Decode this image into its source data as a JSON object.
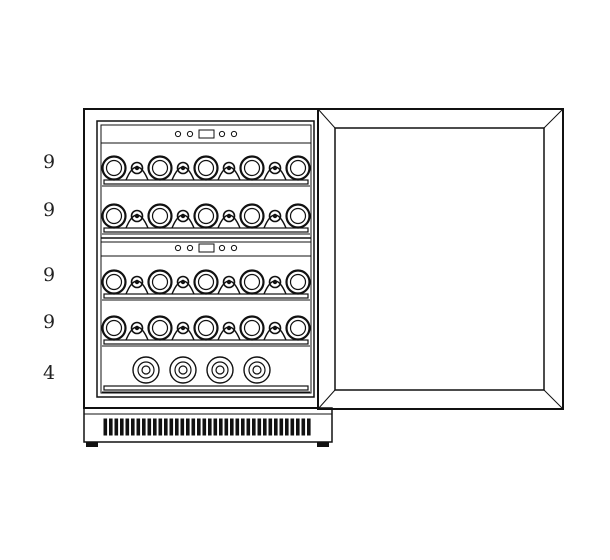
{
  "diagram": {
    "title": "",
    "rows": [
      {
        "count": "9",
        "bottles": 9
      },
      {
        "count": "9",
        "bottles": 9
      },
      {
        "count": "9",
        "bottles": 9
      },
      {
        "count": "9",
        "bottles": 9
      },
      {
        "count": "4",
        "bottles": 4
      }
    ],
    "line_color": "#111111",
    "background": "#ffffff"
  }
}
